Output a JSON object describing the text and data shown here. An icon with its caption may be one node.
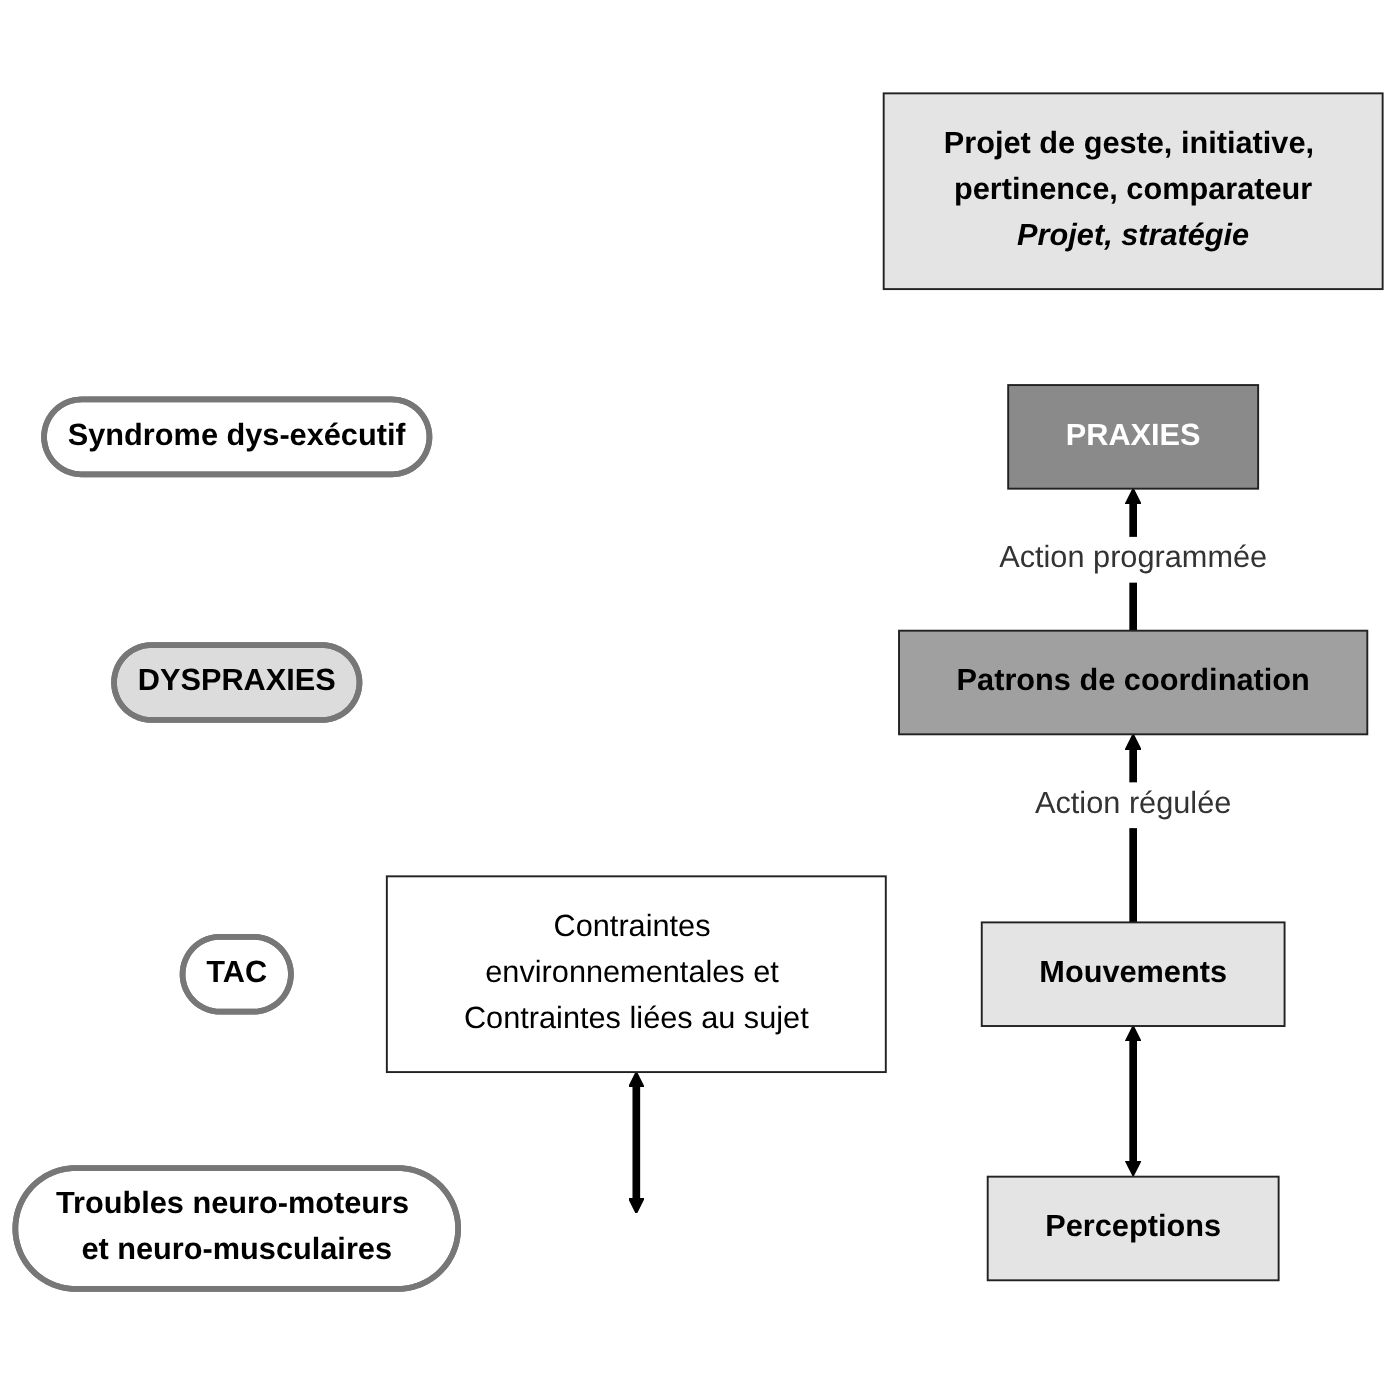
{
  "diagram": {
    "nodes": [
      {
        "text": [
          "Syndrome dys-exécutif"
        ]
      },
      {
        "text": [
          "Projet de geste, initiative, pertinence, comparateur",
          "Projet, stratégie"
        ]
      },
      {
        "text": [
          "DYSPRAXIES"
        ]
      },
      {
        "text": [
          "PRAXIES"
        ]
      },
      {
        "text": [
          "Patrons de coordination"
        ]
      },
      {
        "text": [
          "TAC"
        ]
      },
      {
        "text": [
          "Troubles neuro-moteurs et neuro-musculaires"
        ]
      },
      {
        "text": [
          "Contraintes environnementales et Contraintes liées au sujet"
        ]
      },
      {
        "text": [
          "Perceptions"
        ]
      },
      {
        "text": [
          "Mouvements"
        ]
      }
    ],
    "edges": [
      {
        "from": 4,
        "to": 3,
        "arrow": "to",
        "label": "Action programmée"
      },
      {
        "from": 9,
        "to": 4,
        "arrow": "to",
        "label": "Action régulée"
      },
      {
        "from": 7,
        "to": null,
        "arrow": "both"
      },
      {
        "from": 8,
        "to": 9,
        "arrow": "both"
      }
    ]
  }
}
